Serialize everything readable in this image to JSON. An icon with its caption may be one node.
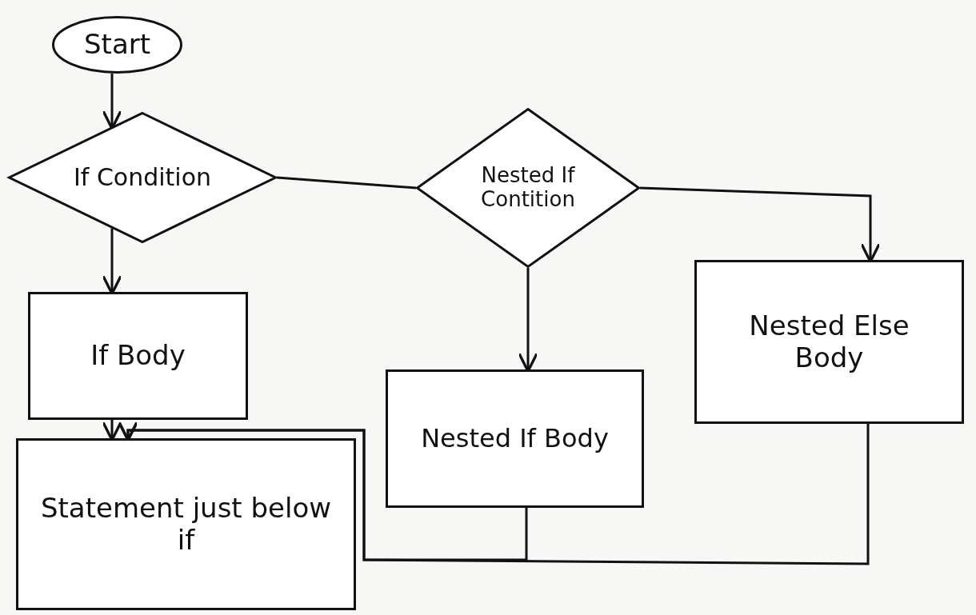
{
  "diagram": {
    "nodes": [
      {
        "text": [
          "Start"
        ]
      },
      {
        "text": [
          "If Condition"
        ]
      },
      {
        "text": [
          "Nested If Contition"
        ]
      },
      {
        "text": [
          "If Body"
        ]
      },
      {
        "text": [
          "Nested If Body"
        ]
      },
      {
        "text": [
          "Nested Else Body"
        ]
      },
      {
        "text": [
          "Statement just below if"
        ]
      }
    ],
    "edges": [
      {
        "from": 0,
        "to": 1,
        "arrow": "to"
      },
      {
        "from": 1,
        "to": 2,
        "arrow": "none"
      },
      {
        "from": 1,
        "to": 3,
        "arrow": "to"
      },
      {
        "from": 2,
        "to": 4,
        "arrow": "to"
      },
      {
        "from": 2,
        "to": 5,
        "arrow": "to"
      },
      {
        "from": 3,
        "to": 6,
        "arrow": "to"
      },
      {
        "from": 4,
        "to": 6,
        "arrow": "to"
      },
      {
        "from": 5,
        "to": 6,
        "arrow": "to"
      }
    ]
  }
}
